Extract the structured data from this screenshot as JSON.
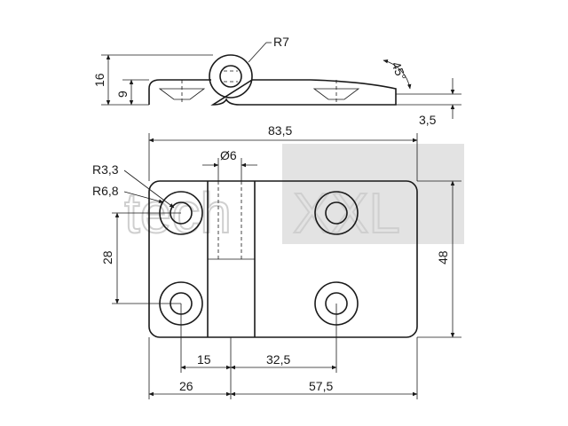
{
  "watermark": {
    "brand_left": "tech",
    "brand_right": "XXL"
  },
  "dimensions": {
    "r7": "R7",
    "h16": "16",
    "h9": "9",
    "angle45": "45°",
    "t3_5": "3,5",
    "w83_5": "83,5",
    "d6": "Ø6",
    "r3_3": "R3,3",
    "r6_8": "R6,8",
    "v28": "28",
    "h48": "48",
    "w15": "15",
    "w32_5": "32,5",
    "w26": "26",
    "w57_5": "57,5"
  }
}
